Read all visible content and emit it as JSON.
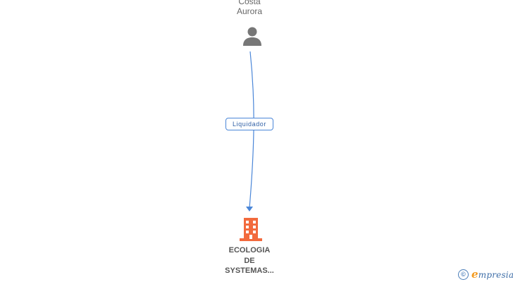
{
  "person": {
    "name_line1": "Costa",
    "name_line2": "Aurora",
    "icon": "person-icon"
  },
  "relation": {
    "label": "Liquidador"
  },
  "company": {
    "name_line1": "ECOLOGIA",
    "name_line2": "DE",
    "name_line3": "SYSTEMAS...",
    "icon": "building-icon"
  },
  "watermark": {
    "copyright_symbol": "©",
    "brand_initial": "e",
    "brand_rest": "mpresia"
  },
  "colors": {
    "edge": "#4a86d8",
    "person_icon": "#777777",
    "building_icon": "#f26a3d",
    "brand_blue": "#3e6ea8",
    "brand_orange": "#f39a1e"
  }
}
